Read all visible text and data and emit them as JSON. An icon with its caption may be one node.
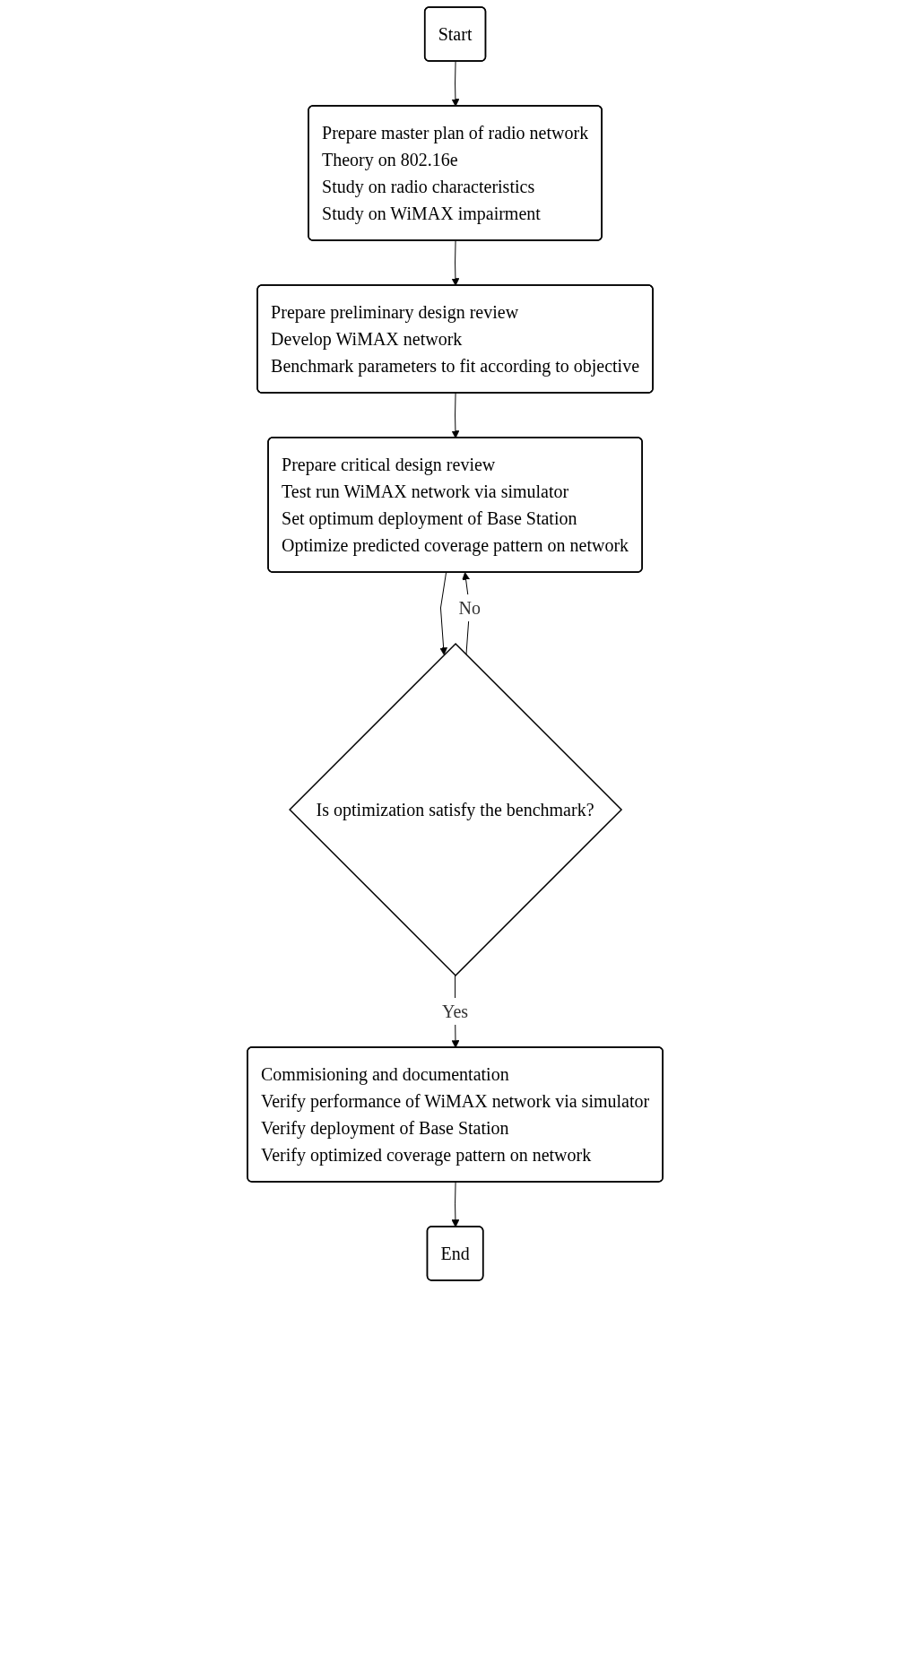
{
  "diagram": {
    "nodes": [
      {
        "text": [
          "Start"
        ]
      },
      {
        "text": [
          "Prepare master plan of radio network",
          "Theory on 802.16e",
          "Study on radio characteristics",
          "Study on WiMAX impairment"
        ]
      },
      {
        "text": [
          "Prepare preliminary design review",
          "Develop WiMAX network",
          "Benchmark parameters to fit according to objective"
        ]
      },
      {
        "text": [
          "Prepare critical design review",
          "Test run WiMAX network via simulator",
          "Set optimum deployment of Base Station",
          "Optimize predicted coverage pattern on network"
        ]
      },
      {
        "text": [
          "Is optimization satisfy the benchmark?"
        ]
      },
      {
        "text": [
          "Commisioning and documentation",
          "Verify performance of WiMAX network via simulator",
          "Verify deployment of Base Station",
          "Verify optimized coverage pattern on network"
        ]
      },
      {
        "text": [
          "End"
        ]
      }
    ],
    "edges": [
      {
        "from": 0,
        "to": 1,
        "arrow": "to"
      },
      {
        "from": 1,
        "to": 2,
        "arrow": "to"
      },
      {
        "from": 2,
        "to": 3,
        "arrow": "to"
      },
      {
        "from": 3,
        "to": 4,
        "arrow": "to"
      },
      {
        "from": 4,
        "to": 3,
        "arrow": "to",
        "label": "No"
      },
      {
        "from": 4,
        "to": 5,
        "arrow": "to",
        "label": "Yes"
      },
      {
        "from": 5,
        "to": 6,
        "arrow": "to"
      }
    ]
  }
}
